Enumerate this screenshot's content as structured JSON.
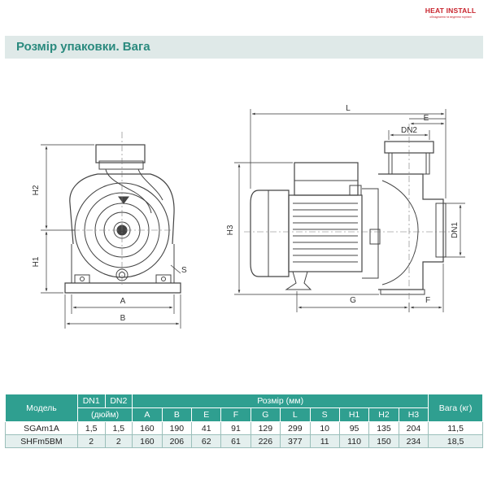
{
  "logo": {
    "name": "HEAT INSTALL",
    "tagline": "обладнання та ведення торгівлі"
  },
  "title": "Розмір упаковки. Вага",
  "dims": {
    "H2": "H2",
    "H1": "H1",
    "A": "A",
    "B": "B",
    "S": "S",
    "L": "L",
    "E": "E",
    "DN2": "DN2",
    "H3": "H3",
    "DN1": "DN1",
    "G": "G",
    "F": "F"
  },
  "table": {
    "headers": {
      "model": "Модель",
      "dn1": "DN1",
      "dn2": "DN2",
      "size": "Розмір (мм)",
      "weight": "Вага (кг)",
      "inch": "(дюйм)",
      "cols": [
        "A",
        "B",
        "E",
        "F",
        "G",
        "L",
        "S",
        "H1",
        "H2",
        "H3"
      ]
    },
    "rows": [
      {
        "model": "SGAm1A",
        "dn1": "1,5",
        "dn2": "1,5",
        "vals": [
          "160",
          "190",
          "41",
          "91",
          "129",
          "299",
          "10",
          "95",
          "135",
          "204"
        ],
        "weight": "11,5"
      },
      {
        "model": "SHFm5BM",
        "dn1": "2",
        "dn2": "2",
        "vals": [
          "160",
          "206",
          "62",
          "61",
          "226",
          "377",
          "11",
          "110",
          "150",
          "234"
        ],
        "weight": "18,5"
      }
    ]
  }
}
